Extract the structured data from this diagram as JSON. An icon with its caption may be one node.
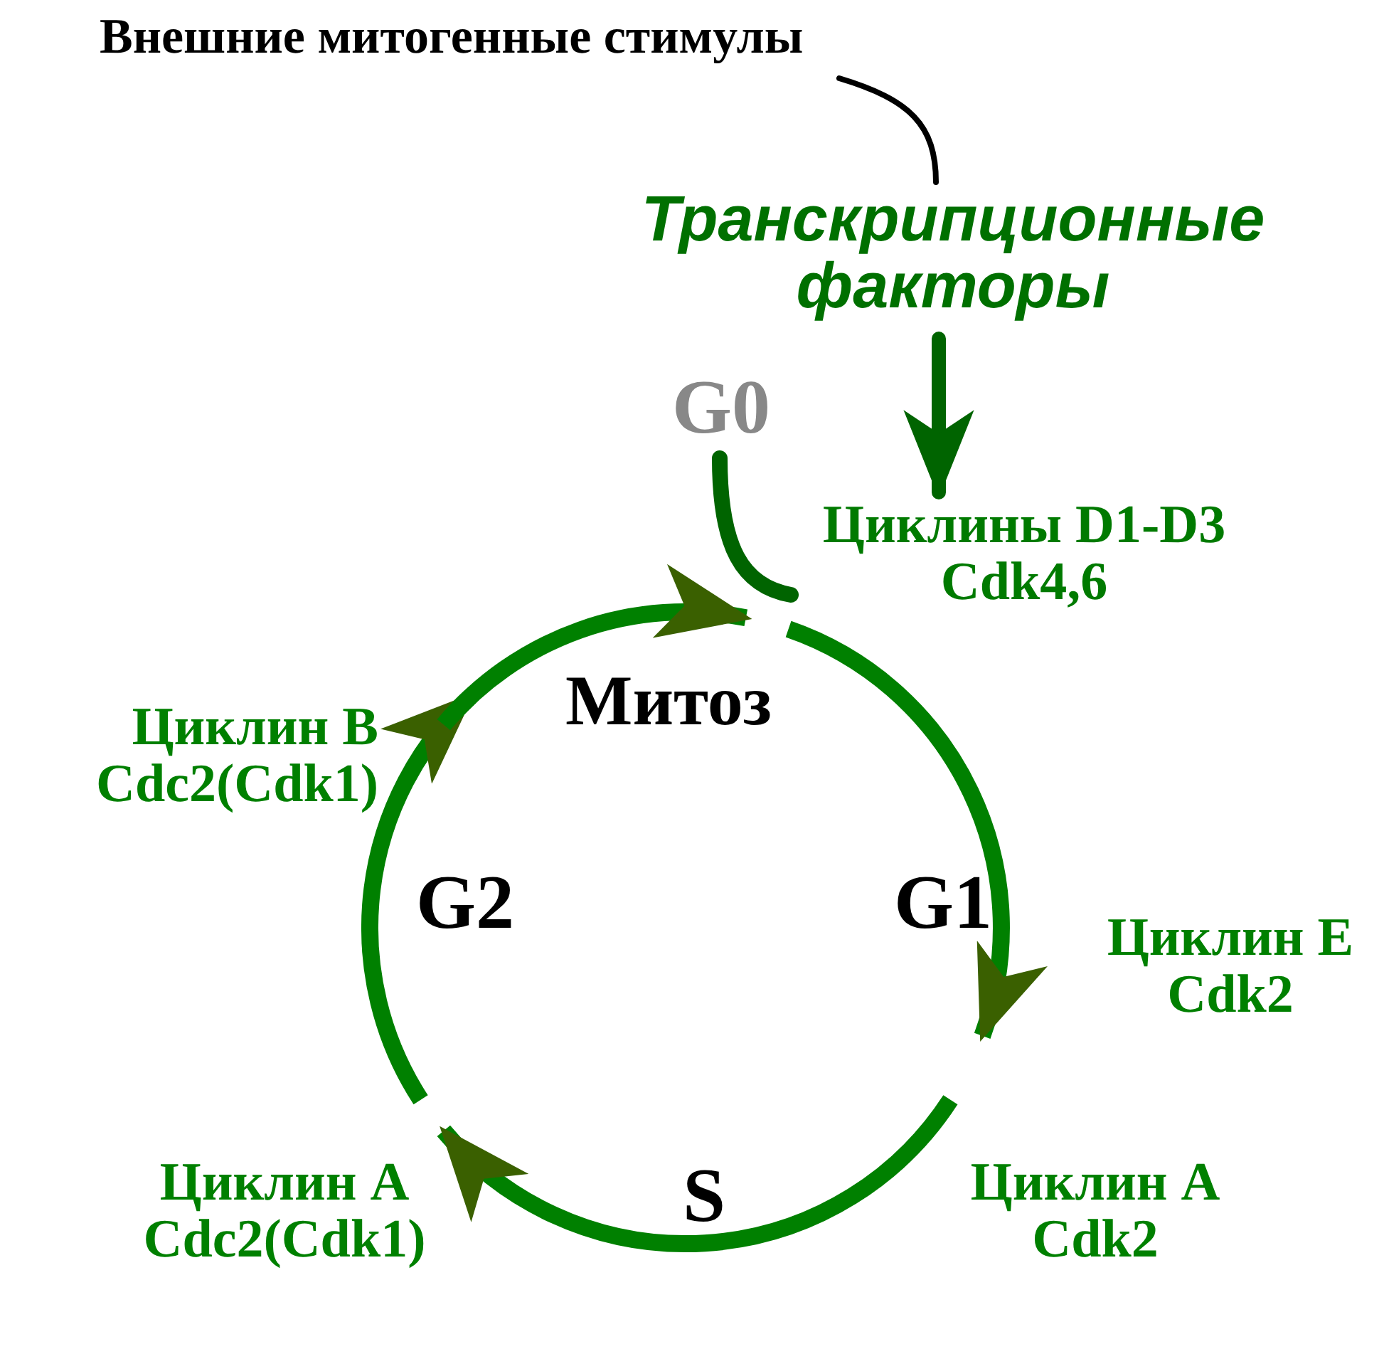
{
  "diagram": {
    "nodes": [
      {
        "text": [
          "Внешние митогенные стимулы"
        ]
      },
      {
        "text": [
          "Транскрипционные факторы"
        ]
      },
      {
        "text": [
          "G0"
        ]
      },
      {
        "text": [
          "Циклины D1-D3 Cdk4,6"
        ]
      },
      {
        "text": [
          "Циклин E Cdk2"
        ]
      },
      {
        "text": [
          "Циклин A Cdk2"
        ]
      },
      {
        "text": [
          "Циклин A Cdc2(Cdk1)"
        ]
      },
      {
        "text": [
          "Циклин B Cdc2(Cdk1)"
        ]
      }
    ],
    "edges": [
      {
        "from": 0,
        "to": 1,
        "arrow": "none",
        "color": "#000000"
      },
      {
        "from": 1,
        "to": 3,
        "arrow": "to",
        "color": "#006400"
      },
      {
        "from": 2,
        "to": 3,
        "arrow": "none",
        "color": "#006400"
      },
      {
        "from": 3,
        "to": 4,
        "arrow": "to",
        "label": "G1"
      },
      {
        "from": 5,
        "to": 6,
        "arrow": "to",
        "label": "S"
      },
      {
        "from": 6,
        "to": 7,
        "arrow": "to",
        "label": "G2"
      },
      {
        "from": 7,
        "to": 3,
        "arrow": "to",
        "label": "Митоз"
      }
    ]
  }
}
